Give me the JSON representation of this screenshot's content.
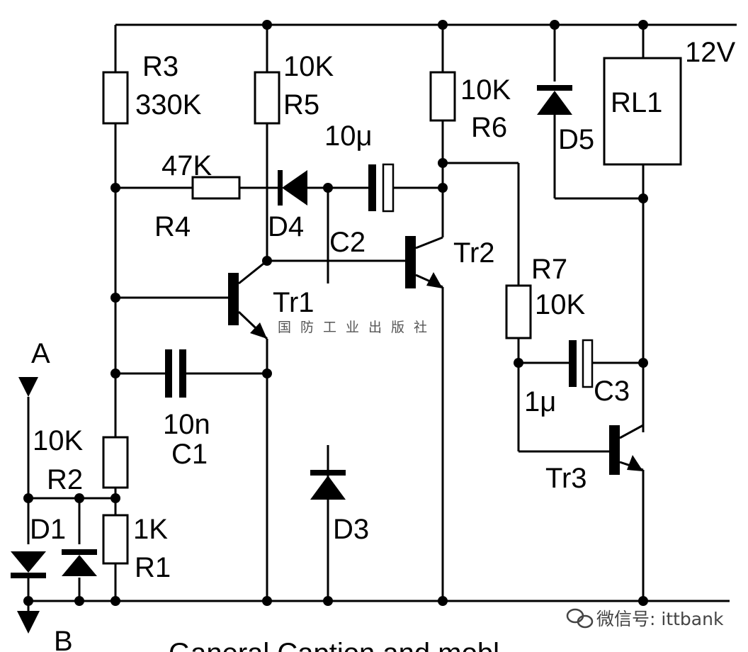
{
  "supply": "12V",
  "terminals": {
    "a": "A",
    "b": "B"
  },
  "resistors": [
    {
      "ref": "R1",
      "value": "1K"
    },
    {
      "ref": "R2",
      "value": "10K"
    },
    {
      "ref": "R3",
      "value": "330K"
    },
    {
      "ref": "R4",
      "value": "47K"
    },
    {
      "ref": "R5",
      "value": "10K"
    },
    {
      "ref": "R6",
      "value": "10K"
    },
    {
      "ref": "R7",
      "value": "10K"
    }
  ],
  "capacitors": [
    {
      "ref": "C1",
      "value": "10n"
    },
    {
      "ref": "C2",
      "value": "10μ"
    },
    {
      "ref": "C3",
      "value": "1μ"
    }
  ],
  "diodes": [
    "D1",
    "D3",
    "D4",
    "D5"
  ],
  "transistors": [
    "Tr1",
    "Tr2",
    "Tr3"
  ],
  "relay": "RL1",
  "watermarks": {
    "publisher": "国防工业出版社",
    "wechat": "微信号: ittbank"
  },
  "colors": {
    "ink": "#000000",
    "watermark": "#555555"
  }
}
